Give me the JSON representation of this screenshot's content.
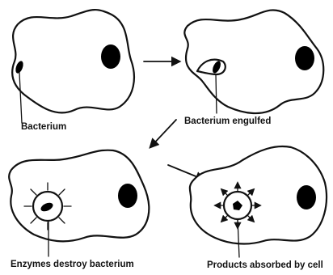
{
  "labels": {
    "bacterium": "Bacterium",
    "engulfed": "Bacterium engulfed",
    "enzymes": "Enzymes destroy bacterium",
    "absorbed": "Products absorbed by cell"
  }
}
